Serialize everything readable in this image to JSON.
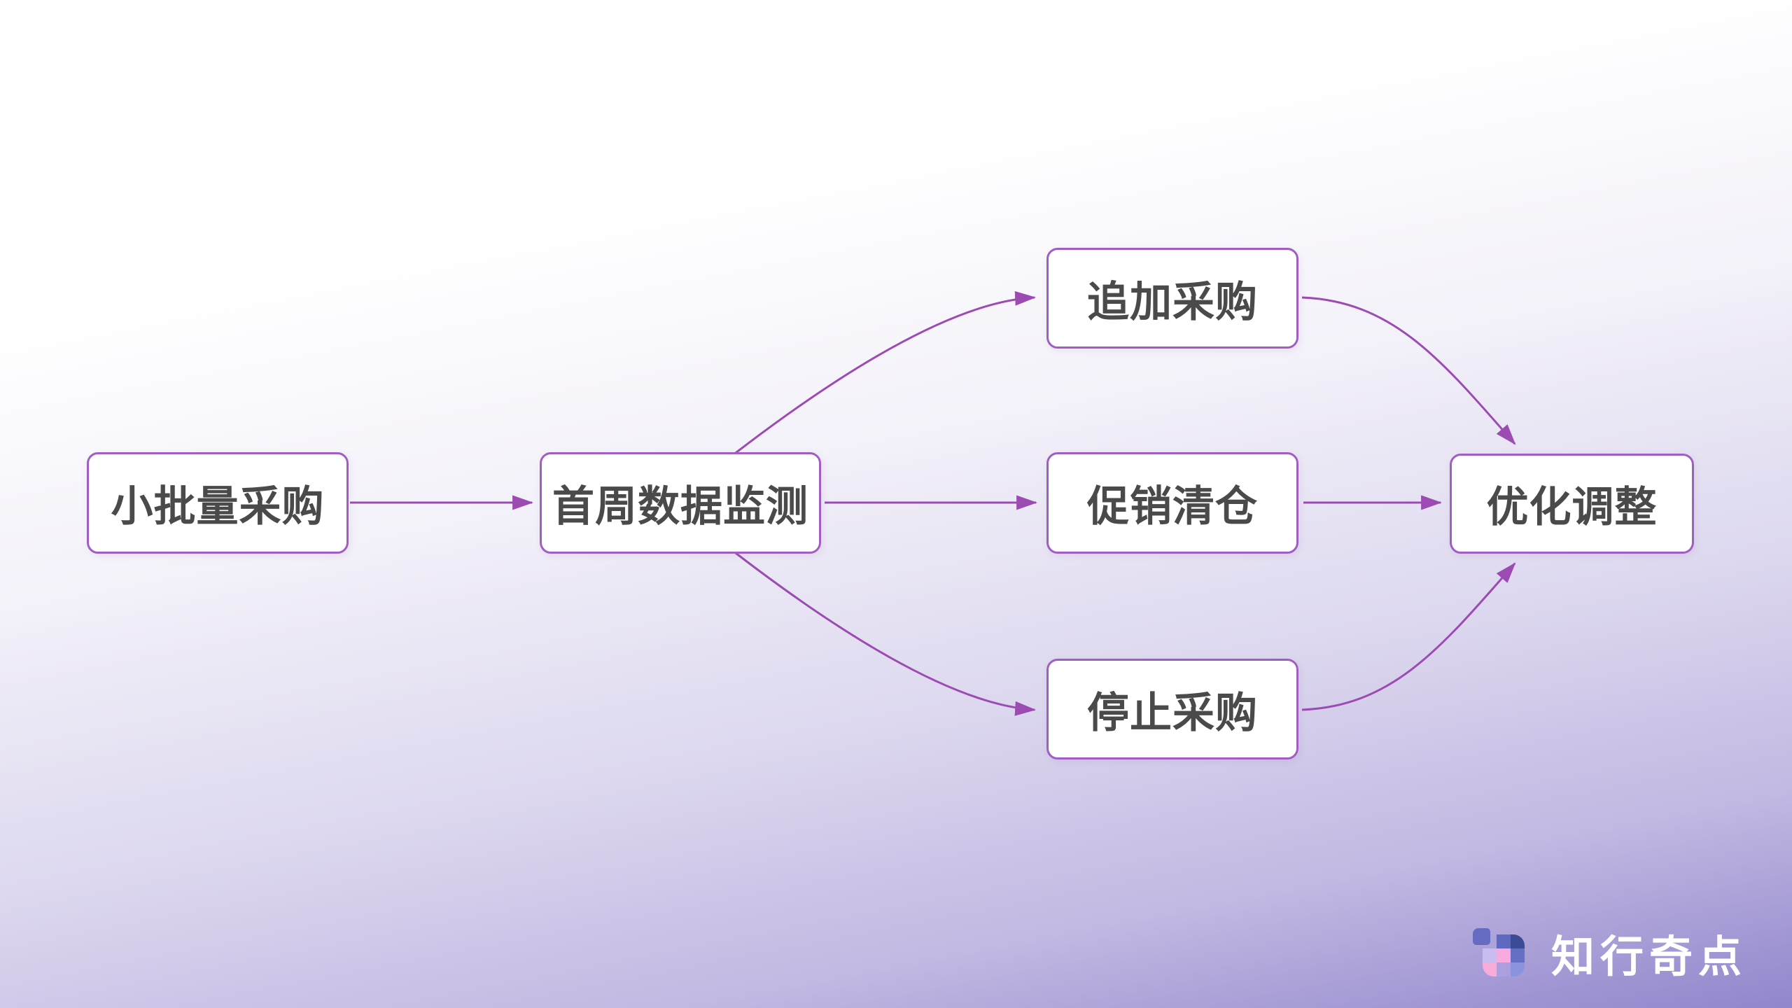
{
  "diagram": {
    "nodes": [
      {
        "id": "small-batch-purchase",
        "label": "小批量采购"
      },
      {
        "id": "first-week-monitoring",
        "label": "首周数据监测"
      },
      {
        "id": "additional-purchase",
        "label": "追加采购"
      },
      {
        "id": "promo-clearance",
        "label": "促销清仓"
      },
      {
        "id": "stop-purchase",
        "label": "停止采购"
      },
      {
        "id": "optimize-adjust",
        "label": "优化调整"
      }
    ],
    "edges": [
      {
        "from": "小批量采购",
        "to": "首周数据监测"
      },
      {
        "from": "首周数据监测",
        "to": "追加采购"
      },
      {
        "from": "首周数据监测",
        "to": "促销清仓"
      },
      {
        "from": "首周数据监测",
        "to": "停止采购"
      },
      {
        "from": "追加采购",
        "to": "优化调整"
      },
      {
        "from": "促销清仓",
        "to": "优化调整"
      },
      {
        "from": "停止采购",
        "to": "优化调整"
      }
    ]
  },
  "colors": {
    "edge": "#9c4bb2",
    "node_border": "#a05ec2",
    "node_background": "#ffffff",
    "node_text": "#4a4a4a",
    "background_top": "#ffffff",
    "background_bottom": "#9186cc"
  },
  "logo": {
    "text": "知行奇点",
    "icon": "brand-grid-icon"
  }
}
